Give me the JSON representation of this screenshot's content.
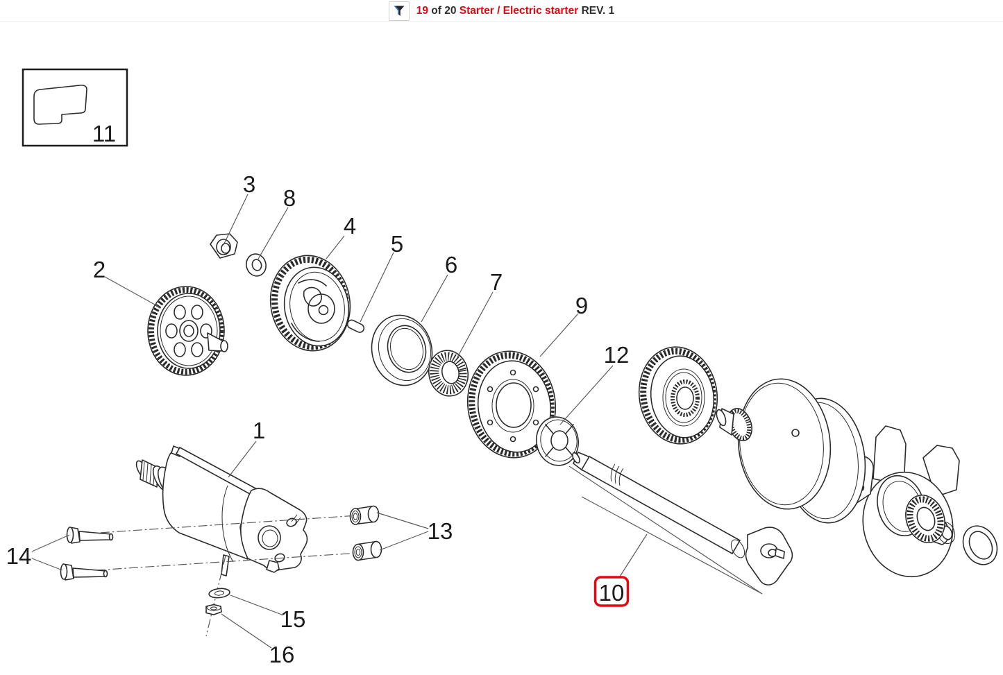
{
  "header": {
    "page_index": "19",
    "of_label": "of 20",
    "title": "Starter / Electric starter",
    "revision": "REV. 1",
    "accent_color": "#e30613"
  },
  "diagram": {
    "type": "exploded-parts-diagram",
    "highlighted_part": "10",
    "highlight_color": "#e30613",
    "inset_part": "11",
    "labels": [
      "1",
      "2",
      "3",
      "4",
      "5",
      "6",
      "7",
      "8",
      "9",
      "10",
      "11",
      "12",
      "13",
      "14",
      "15",
      "16"
    ]
  }
}
